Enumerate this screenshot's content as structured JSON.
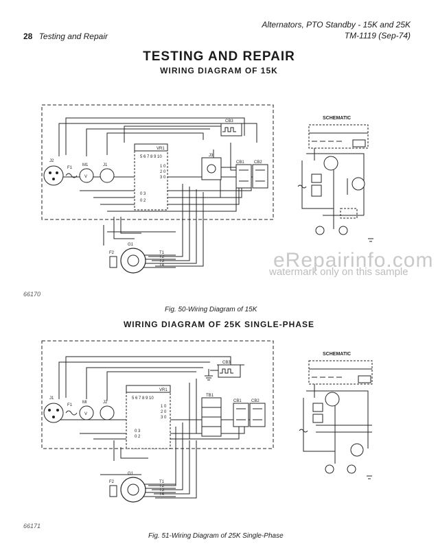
{
  "header": {
    "right_line1": "Alternators, PTO Standby - 15K and 25K",
    "right_line2": "TM-1119   (Sep-74)",
    "page_number": "28",
    "section": "Testing and Repair"
  },
  "title": "TESTING AND REPAIR",
  "fig50": {
    "heading": "WIRING DIAGRAM OF 15K",
    "caption": "Fig. 50-Wiring Diagram of 15K",
    "ref": "66170",
    "schematic_label": "SCHEMATIC",
    "labels": {
      "j2": "J2",
      "f1": "F1",
      "m1": "M1",
      "j1": "J1",
      "vr1": "VR1",
      "cb3": "CB3",
      "cb1": "CB1",
      "cb2": "CB2",
      "j3": "J3",
      "g1": "G1",
      "f2": "F2",
      "t1": "T1",
      "t2": "T2",
      "t3": "T3",
      "t4": "T4"
    }
  },
  "fig51": {
    "heading": "WIRING DIAGRAM OF 25K SINGLE-PHASE",
    "caption": "Fig. 51-Wiring Diagram of 25K Single-Phase",
    "ref": "66171",
    "schematic_label": "SCHEMATIC",
    "labels": {
      "j1": "J1",
      "f1": "F1",
      "m1": "MI",
      "j2": "J2",
      "vr1": "VR1",
      "cb3": "CB3",
      "tb1": "TB1",
      "cb1": "CB1",
      "cb2": "CB2",
      "g1": "G1",
      "f2": "F2",
      "t1": "T1",
      "t2": "T2",
      "t3": "T3",
      "t4": "T4"
    }
  },
  "watermark": {
    "site": "eRepairinfo.com",
    "note": "watermark only on this sample"
  }
}
